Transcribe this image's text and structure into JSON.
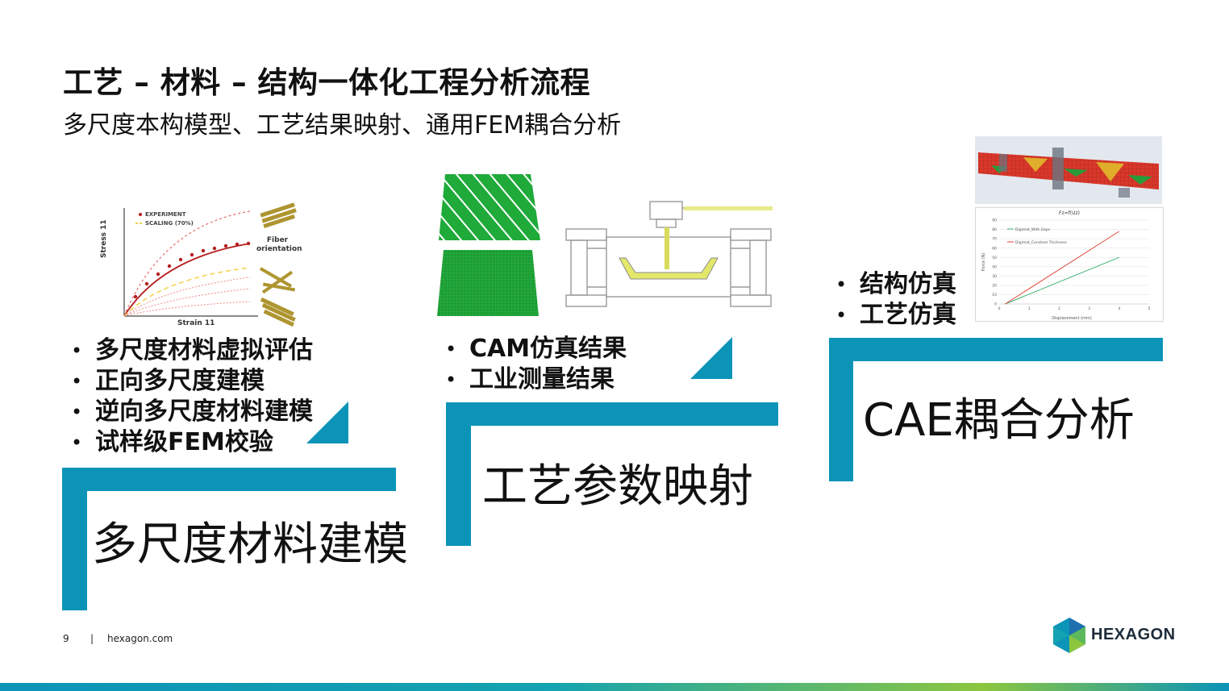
{
  "header": {
    "title": "工艺 – 材料 – 结构一体化工程分析流程",
    "subtitle": "多尺度本构模型、工艺结果映射、通用FEM耦合分析"
  },
  "stages": [
    {
      "label": "多尺度材料建模",
      "bullets": [
        "多尺度材料虚拟评估",
        "正向多尺度建模",
        "逆向多尺度材料建模",
        "试样级FEM校验"
      ],
      "figure": {
        "legend": [
          "EXPERIMENT",
          "SCALING (70%)"
        ],
        "xlabel": "Strain 11",
        "ylabel": "Stress 11",
        "annotation": "Fiber orientation"
      }
    },
    {
      "label": "工艺参数映射",
      "bullets": [
        "CAM仿真结果",
        "工业测量结果"
      ]
    },
    {
      "label": "CAE耦合分析",
      "bullets": [
        "结构仿真",
        "工艺仿真"
      ],
      "chart_data": {
        "type": "line",
        "title": "Fz=f(Uz)",
        "xlabel": "Displacement (mm)",
        "ylabel": "Force (N)",
        "xlim": [
          0,
          5
        ],
        "ylim": [
          0,
          90
        ],
        "xticks": [
          0,
          1,
          2,
          3,
          4,
          5
        ],
        "yticks": [
          0,
          10,
          20,
          30,
          40,
          50,
          60,
          70,
          80,
          90
        ],
        "series": [
          {
            "name": "Digimat_With Gaps",
            "color": "#3cb371",
            "x": [
              0.2,
              4
            ],
            "y": [
              0,
              50
            ]
          },
          {
            "name": "Digimat_Constant Thickness",
            "color": "#e2473b",
            "x": [
              0.2,
              4
            ],
            "y": [
              0,
              78
            ]
          }
        ]
      }
    }
  ],
  "footer": {
    "page": "9",
    "separator": "|",
    "site": "hexagon.com",
    "brand": "HEXAGON"
  },
  "colors": {
    "accent": "#0b94b8",
    "green": "#1faa3a",
    "mesh_red": "#d9382b"
  }
}
